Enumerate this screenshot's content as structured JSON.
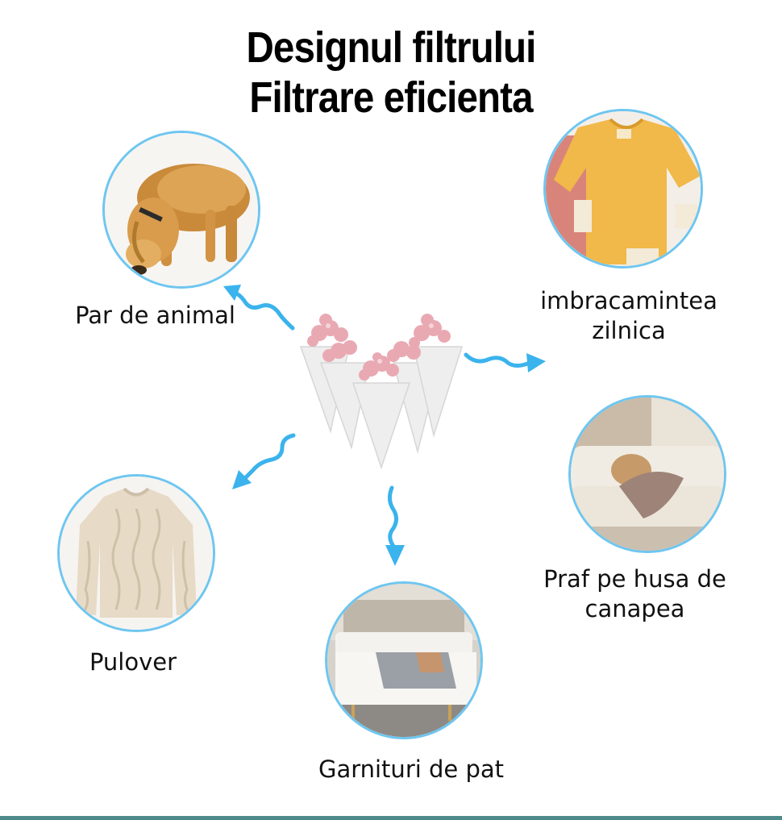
{
  "title": {
    "line1": "Designul filtrului",
    "line2": "Filtrare eficienta"
  },
  "items": [
    {
      "id": "pet-hair",
      "lines": [
        "Par de animal"
      ],
      "icon": "dog-image"
    },
    {
      "id": "daily-clothes",
      "lines": [
        "imbracamintea",
        "zilnica"
      ],
      "icon": "clothes-image"
    },
    {
      "id": "sweater",
      "lines": [
        "Pulover"
      ],
      "icon": "sweater-image"
    },
    {
      "id": "sofa-dust",
      "lines": [
        "Praf pe husa de",
        "canapea"
      ],
      "icon": "sofa-image"
    },
    {
      "id": "bedding",
      "lines": [
        "Garnituri de pat"
      ],
      "icon": "bed-image"
    }
  ],
  "colors": {
    "ring": "#6ec6f0",
    "arrow": "#3bb3ec",
    "filter_pink": "#e8a7b2",
    "bottom_bar": "#4f8a8b"
  }
}
